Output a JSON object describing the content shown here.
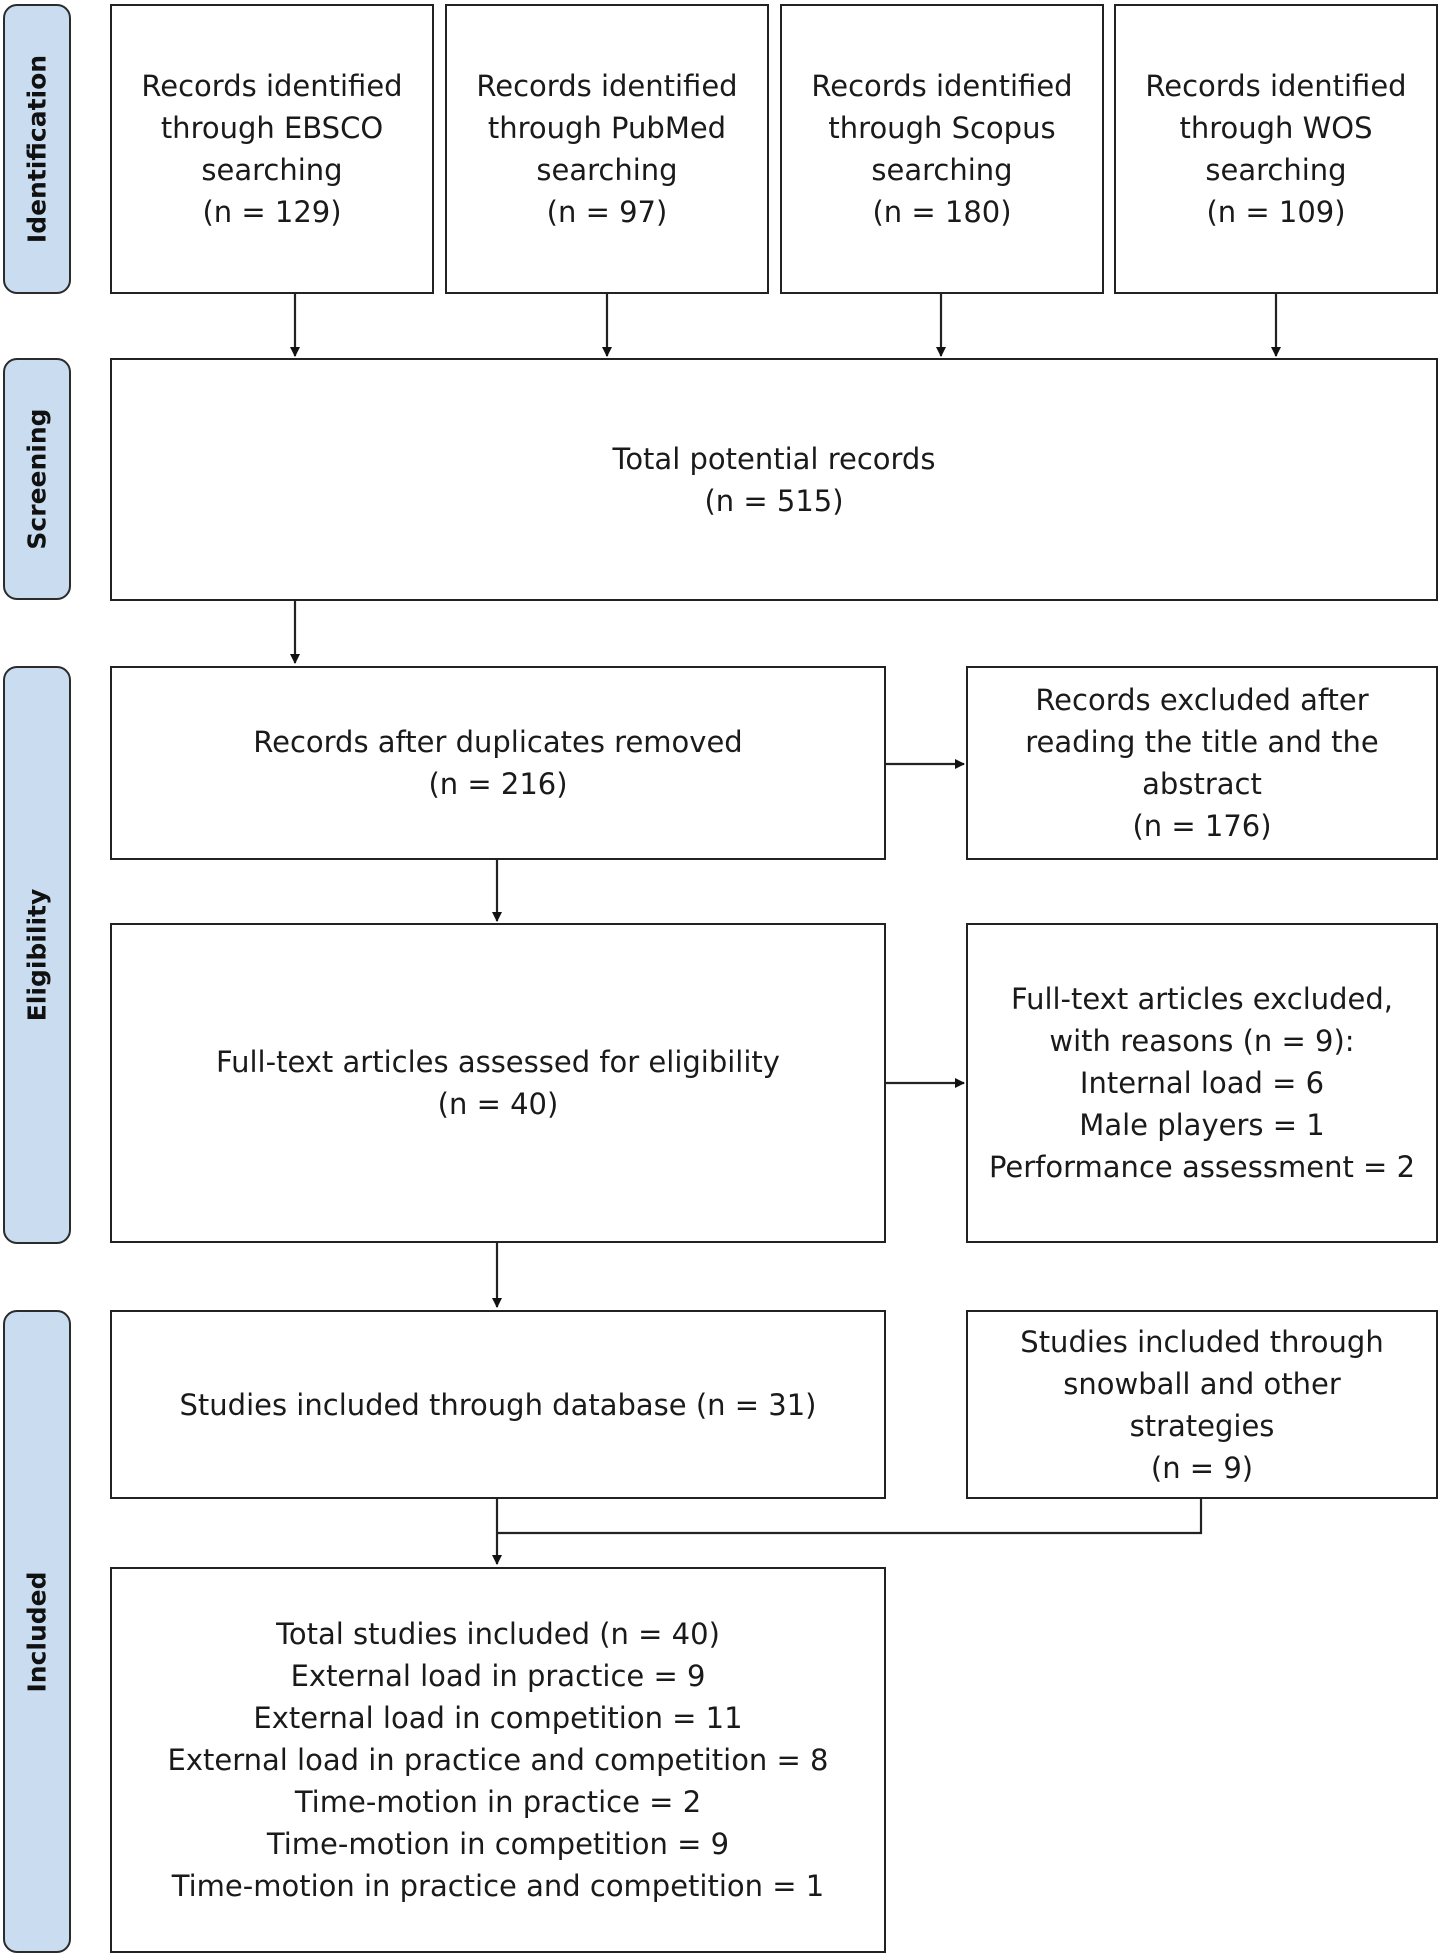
{
  "phases": {
    "identification": "Identification",
    "screening": "Screening",
    "eligibility": "Eligibility",
    "included": "Included"
  },
  "boxes": {
    "ebsco": [
      "Records identified",
      "through EBSCO",
      "searching",
      "(n = 129)"
    ],
    "pubmed": [
      "Records identified",
      "through PubMed",
      "searching",
      "(n = 97)"
    ],
    "scopus": [
      "Records identified",
      "through Scopus",
      "searching",
      "(n = 180)"
    ],
    "wos": [
      "Records identified",
      "through WOS",
      "searching",
      "(n = 109)"
    ],
    "total_potential": [
      "Total potential records",
      "(n = 515)"
    ],
    "after_duplicates": [
      "Records after duplicates removed",
      "(n = 216)"
    ],
    "excluded_title_abstract": [
      "Records excluded after",
      "reading the title and the",
      "abstract",
      "(n = 176)"
    ],
    "full_text_assessed": [
      "Full-text articles assessed for eligibility",
      "(n = 40)"
    ],
    "full_text_excluded": [
      "Full-text articles excluded,",
      "with reasons (n = 9):",
      "Internal load = 6",
      "Male players = 1",
      "Performance assessment = 2"
    ],
    "included_database": [
      "Studies included through database (n = 31)"
    ],
    "included_snowball": [
      "Studies included through",
      "snowball and other",
      "strategies",
      "(n = 9)"
    ],
    "total_included": [
      "Total studies included (n = 40)",
      "External load in practice = 9",
      "External load in competition = 11",
      "External load in practice and competition = 8",
      "Time-motion in practice = 2",
      "Time-motion in competition = 9",
      "Time-motion in practice and competition = 1"
    ]
  },
  "colors": {
    "phase_fill": "#c9dcf0",
    "border": "#222222"
  }
}
